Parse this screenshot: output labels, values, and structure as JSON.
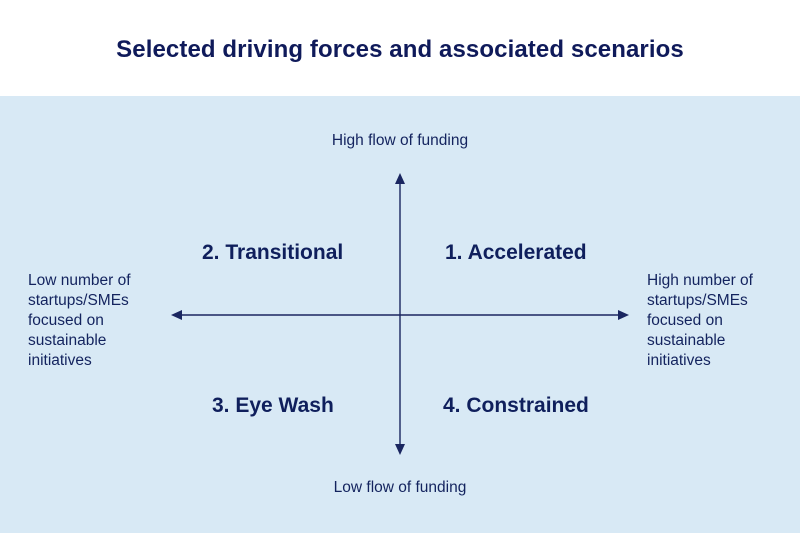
{
  "title": "Selected driving forces and associated scenarios",
  "axes": {
    "top": "High flow of funding",
    "bottom": "Low flow of funding",
    "left": "Low number of startups/SMEs focused on sustainable initiatives",
    "left_lines": [
      "Low number of",
      "startups/SMEs",
      "focused on",
      "sustainable",
      "initiatives"
    ],
    "right": "High number of startups/SMEs focused on sustainable initiatives",
    "right_lines": [
      "High number of",
      "startups/SMEs",
      "focused on",
      "sustainable",
      "initiatives"
    ]
  },
  "quadrants": {
    "top_right": "1. Accelerated",
    "top_left": "2. Transitional",
    "bottom_left": "3. Eye Wash",
    "bottom_right": "4. Constrained"
  },
  "colors": {
    "panel_background": "#d8e9f5",
    "text": "#0f1f5c",
    "axis": "#1a2660"
  }
}
